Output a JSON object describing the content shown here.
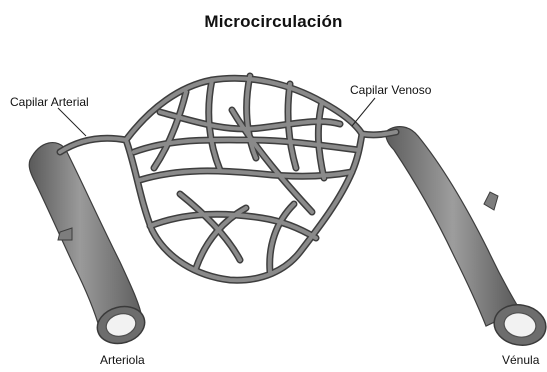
{
  "title": "Microcirculación",
  "labels": {
    "capilar_arterial": "Capilar Arterial",
    "capilar_venoso": "Capilar Venoso",
    "arteriola": "Arteriola",
    "venula": "Vénula"
  },
  "colors": {
    "vessel_fill": "#7d7d7d",
    "vessel_dark": "#4a4a4a",
    "vessel_light": "#b3b3b3",
    "lumen": "#f2f2f2",
    "text": "#111111"
  }
}
